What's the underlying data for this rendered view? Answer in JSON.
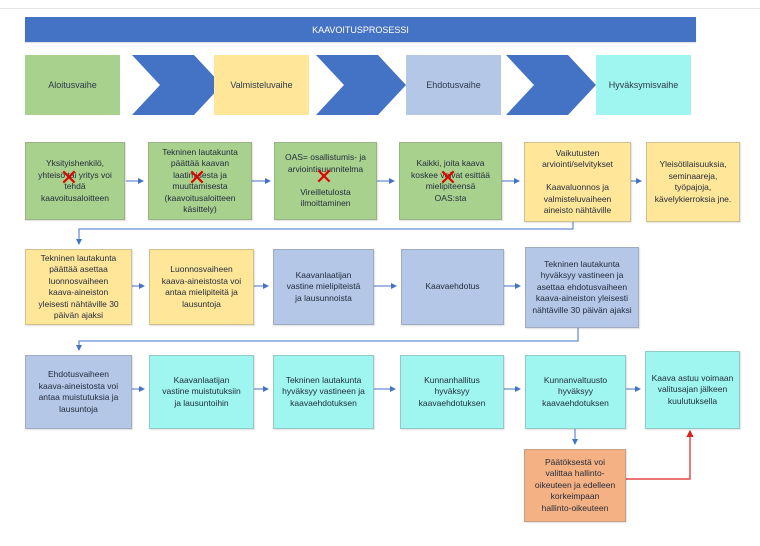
{
  "title": "KAAVOITUSPROSESSI",
  "phases": [
    "Aloitusvaihe",
    "Valmisteluvaihe",
    "Ehdotusvaihe",
    "Hyväksymisvaihe"
  ],
  "row1": [
    "Yksityishenkilö,\nyhteisö tai yritys voi\ntehdä\nkaavoitusaloitteen",
    "Tekninen lautakunta\npäättää kaavan\nlaatimisesta ja\nmuuttamisesta\n(kaavoitusaloitteen\nkäsittely)",
    "OAS= osallistumis- ja\narviointisuunnitelma\n\nVireilletulosta\nilmoittaminen",
    "Kaikki, joita kaava\nkoskee voivat esittää\nmielipiteensä\nOAS:sta",
    "Vaikutusten\narviointi/selvitykset\n\nKaavaluonnos ja\nvalmisteluvaiheen\naineisto nähtäville",
    "Yleisötilaisuuksia,\nseminaareja,\ntyöpajoja,\nkävelykierroksia jne."
  ],
  "row2": [
    "Tekninen lautakunta\npäättää asettaa\nluonnosvaiheen\nkaava-aineiston\nyleisesti nähtäville 30\npäivän ajaksi",
    "Luonnosvaiheen\nkaava-aineistosta voi\nantaa mielipiteitä ja\nlausuntoja",
    "Kaavanlaatijan\nvastine mielipiteistä\nja lausunnoista",
    "Kaavaehdotus",
    "Tekninen lautakunta\nhyväksyy vastineen ja\nasettaa ehdotusvaiheen\nkaava-aineiston yleisesti\nnähtäville 30 päivän ajaksi"
  ],
  "row3": [
    "Ehdotusvaiheen\nkaava-aineistosta voi\nantaa muistutuksia ja\nlausuntoja",
    "Kaavanlaatijan\nvastine muistutuksiin\nja lausuntoihin",
    "Tekninen lautakunta\nhyväksyy vastineen ja\nkaavaehdotuksen",
    "Kunnanhallitus\nhyväksyy\nkaavaehdotuksen",
    "Kunnanvaltuusto\nhyväksyy\nkaavaehdotuksen",
    "Kaava astuu voimaan\nvalitusajan jälkeen\nkuulutuksella"
  ],
  "appeal": "Päätöksestä voi\nvalittaa hallinto-\noikeuteen ja edelleen\nkorkeimpaan\nhallinto-oikeuteen",
  "colors": {
    "title_bar": "#4472c4",
    "chevron": "#4472c4",
    "green": "#a9d18e",
    "yellow": "#ffe699",
    "blue": "#b4c7e7",
    "cyan": "#9ff5ef",
    "orange": "#f4b183",
    "connector": "#4472c4",
    "appeal_connector": "#e02020",
    "strike": "#e00000"
  },
  "struck_boxes": [
    "row1.0",
    "row1.1",
    "row1.2",
    "row1.3"
  ]
}
